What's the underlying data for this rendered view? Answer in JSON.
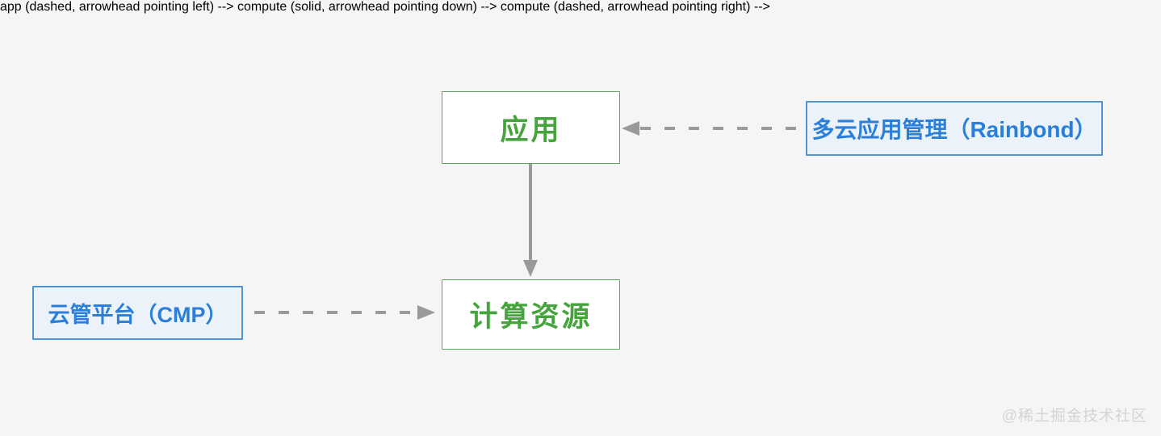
{
  "diagram": {
    "nodes": [
      {
        "id": "app",
        "label": "应用",
        "style": "green"
      },
      {
        "id": "rainbond",
        "label": "多云应用管理（Rainbond）",
        "style": "blue"
      },
      {
        "id": "cmp",
        "label": "云管平台（CMP）",
        "style": "blue"
      },
      {
        "id": "compute",
        "label": "计算资源",
        "style": "green"
      }
    ],
    "edges": [
      {
        "from": "rainbond",
        "to": "app",
        "line": "dashed",
        "direction": "left"
      },
      {
        "from": "app",
        "to": "compute",
        "line": "solid",
        "direction": "down"
      },
      {
        "from": "cmp",
        "to": "compute",
        "line": "dashed",
        "direction": "right"
      }
    ]
  },
  "watermark": {
    "text": "@稀土掘金技术社区"
  },
  "colors": {
    "background": "#f5f5f6",
    "green_text": "#46a43c",
    "green_border": "#5da55d",
    "blue_text": "#2a7fd9",
    "blue_border": "#4f94d4",
    "blue_fill": "#ecf2f9",
    "arrow_gray": "#9a9a9a",
    "watermark": "#d4d4d6"
  }
}
